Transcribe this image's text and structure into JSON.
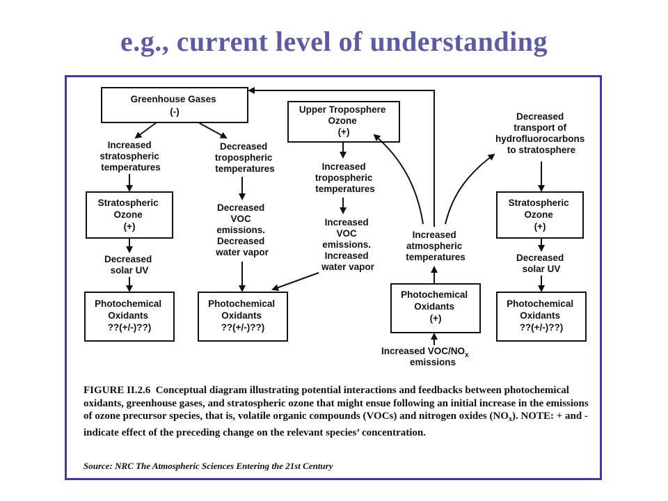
{
  "title": "e.g., current level of understanding",
  "nodes": {
    "greenhouse": [
      "Greenhouse Gases",
      "(-)"
    ],
    "inc_strat_temp": [
      "Increased",
      "stratospheric",
      "temperatures"
    ],
    "dec_trop_temp": [
      "Decreased",
      "tropospheric",
      "temperatures"
    ],
    "strat_ozone_1": [
      "Stratospheric",
      "Ozone",
      "(+)"
    ],
    "dec_solar_uv_1": [
      "Decreased",
      "solar UV"
    ],
    "photo_ox_1": [
      "Photochemical",
      "Oxidants",
      "??(+/-)??)"
    ],
    "dec_voc": [
      "Decreased",
      "VOC",
      "emissions.",
      "Decreased",
      "water vapor"
    ],
    "photo_ox_2": [
      "Photochemical",
      "Oxidants",
      "??(+/-)??)"
    ],
    "upper_trop_ozone": [
      "Upper Troposphere",
      "Ozone",
      "(+)"
    ],
    "inc_trop_temp": [
      "Increased",
      "tropospheric",
      "temperatures"
    ],
    "inc_voc": [
      "Increased",
      "VOC",
      "emissions.",
      "Increased",
      "water vapor"
    ],
    "inc_atm_temp": [
      "Increased",
      "atmospheric",
      "temperatures"
    ],
    "photo_ox_3": [
      "Photochemical",
      "Oxidants",
      "(+)"
    ],
    "inc_voc_nox_main": "Increased VOC/NO",
    "inc_voc_nox_sub": "x",
    "inc_voc_nox_emissions": "emissions",
    "dec_transport": [
      "Decreased",
      "transport of",
      "hydrofluorocarbons",
      "to stratosphere"
    ],
    "strat_ozone_2": [
      "Stratospheric",
      "Ozone",
      "(+)"
    ],
    "dec_solar_uv_2": [
      "Decreased",
      "solar UV"
    ],
    "photo_ox_4": [
      "Photochemical",
      "Oxidants",
      "??(+/-)??)"
    ]
  },
  "caption": {
    "figure_label": "FIGURE II.2.6",
    "text": "Conceptual diagram illustrating potential interactions and feedbacks between photochemical oxidants, greenhouse gases, and stratospheric ozone that might ensue following an initial increase in the emissions of ozone precursor species, that is, volatile organic compounds (VOCs) and nitrogen oxides (NO",
    "sub": "x",
    "text_end": ").  NOTE:  + and - indicate effect of the preceding change on the relevant species’ concentration."
  },
  "source": "Source:  NRC The Atmospheric Sciences Entering the 21st Century"
}
